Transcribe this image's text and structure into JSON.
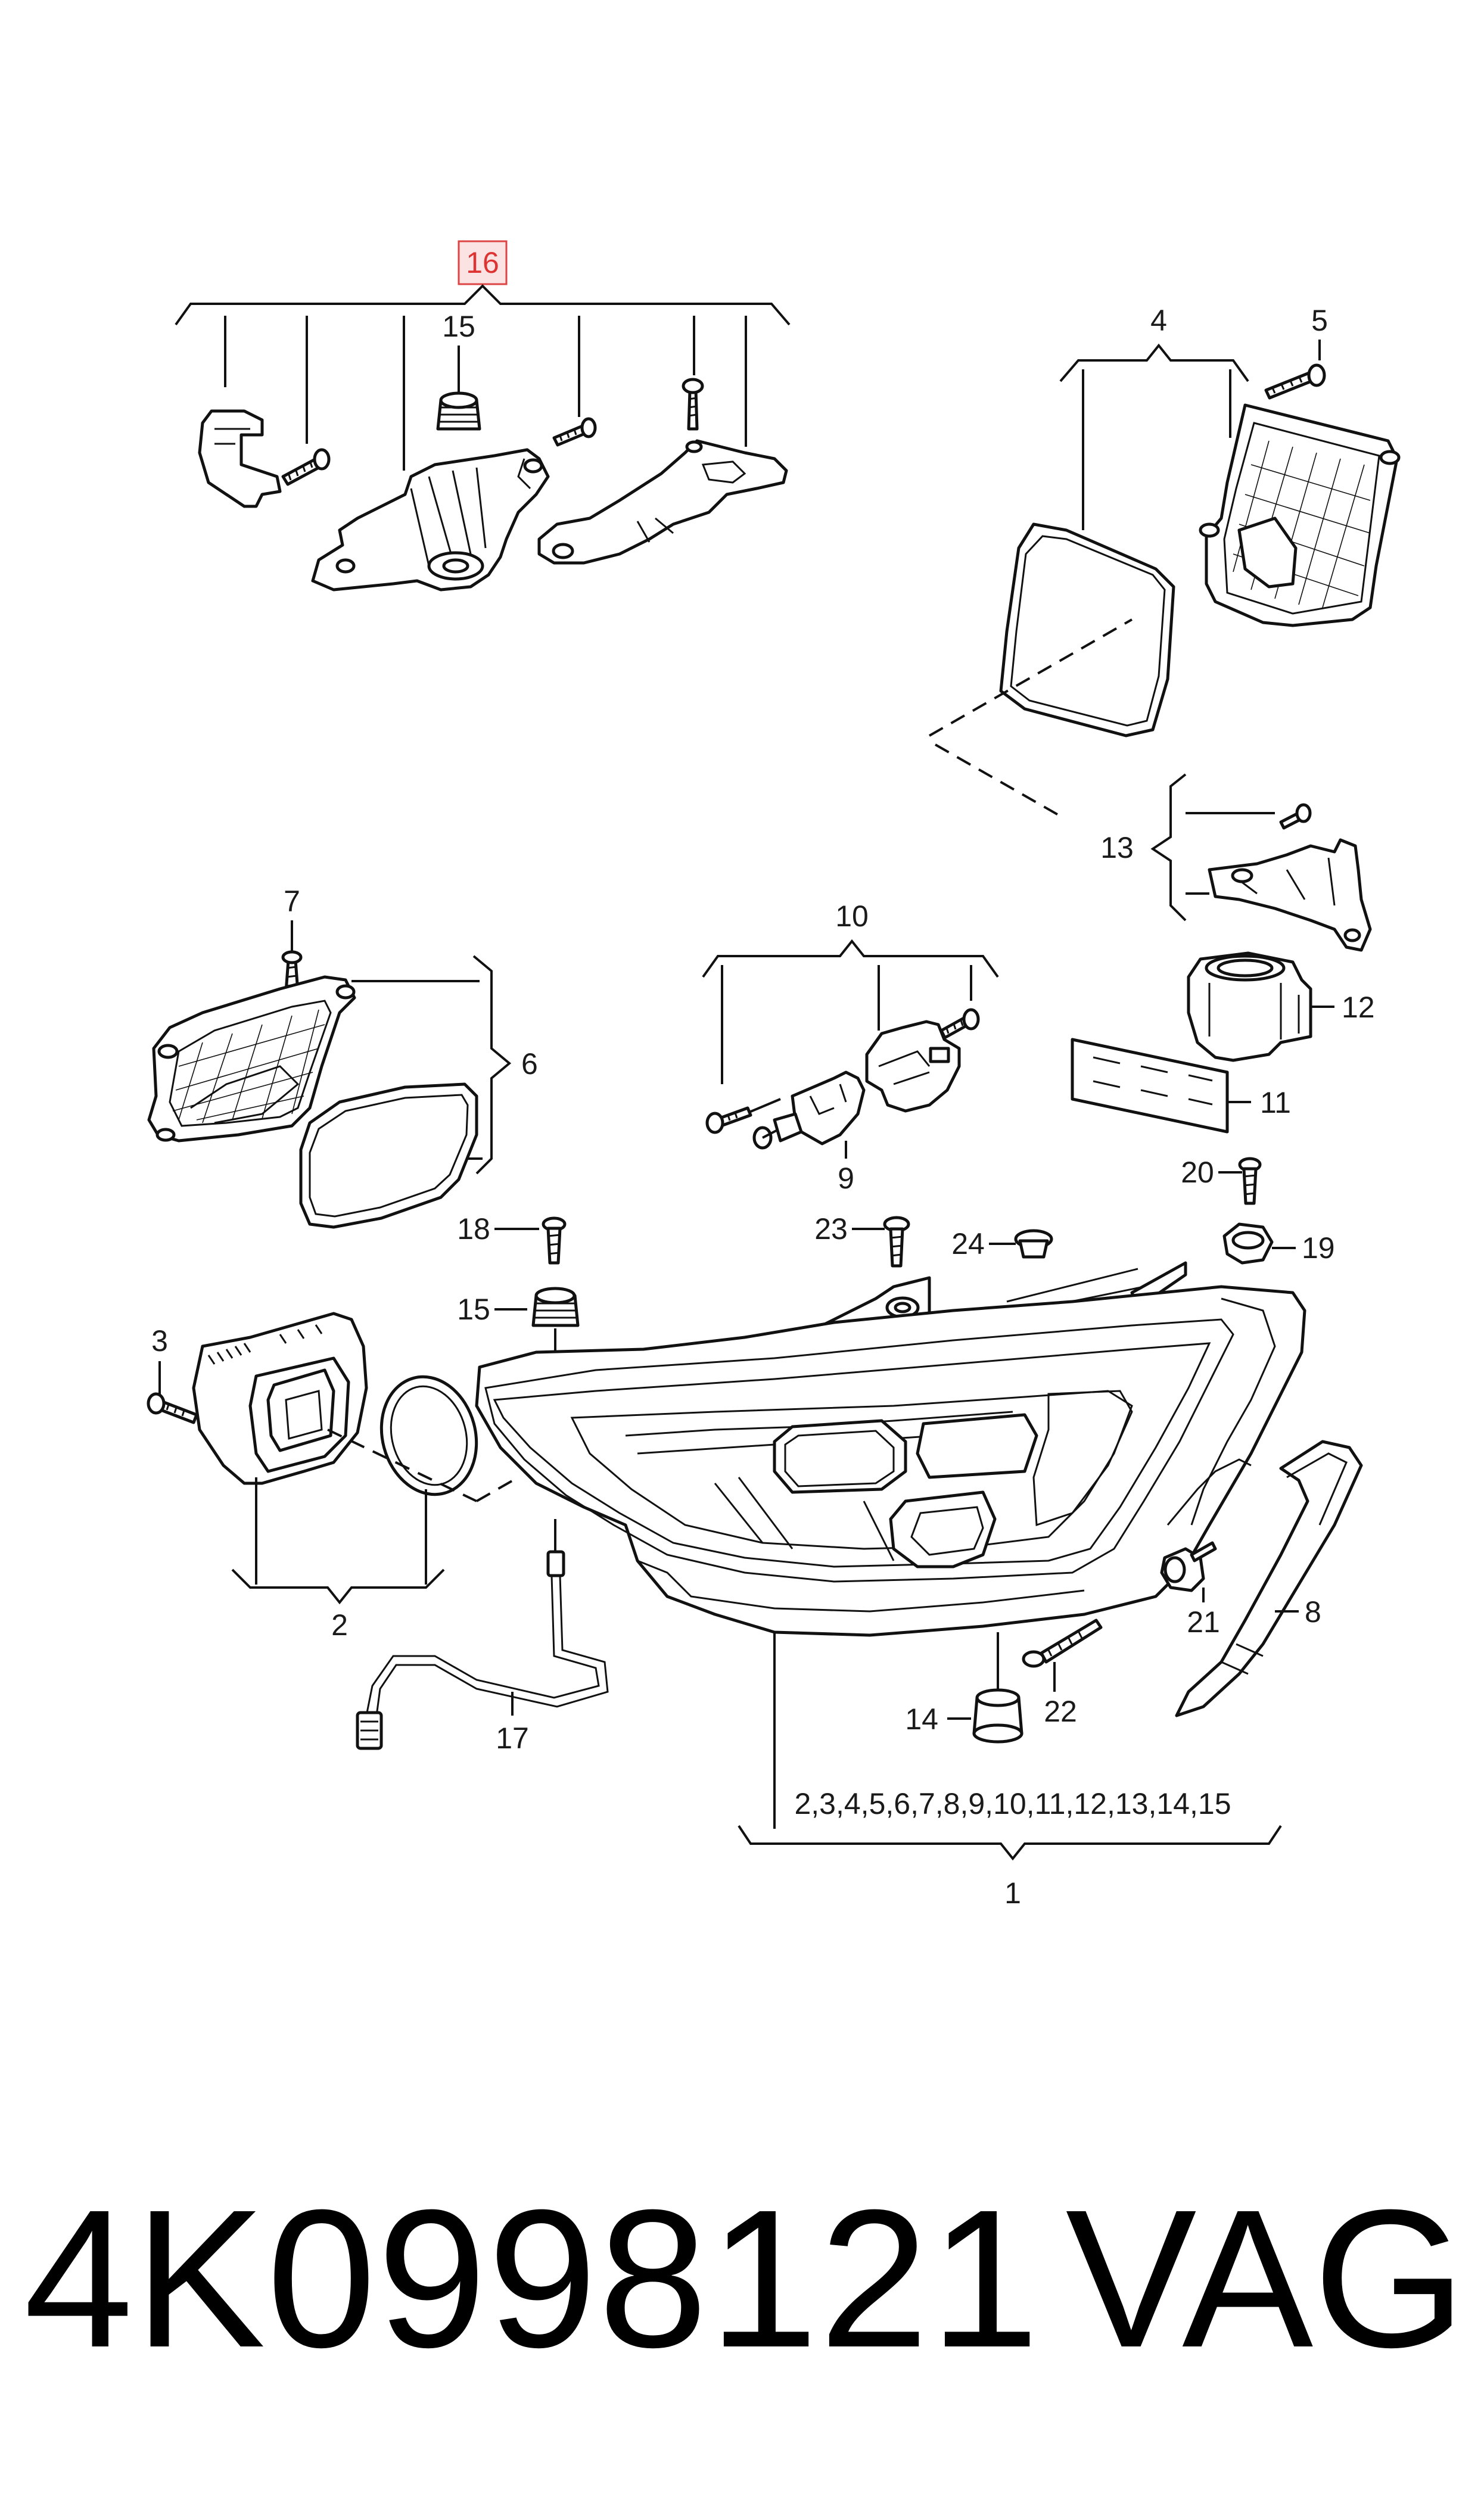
{
  "callouts": {
    "c1": "1",
    "c2": "2",
    "c3": "3",
    "c4": "4",
    "c5": "5",
    "c6": "6",
    "c7": "7",
    "c8": "8",
    "c9": "9",
    "c10": "10",
    "c11": "11",
    "c12": "12",
    "c13": "13",
    "c14": "14",
    "c15_top": "15",
    "c15_mid": "15",
    "c16": "16",
    "c17": "17",
    "c18": "18",
    "c19": "19",
    "c20": "20",
    "c21": "21",
    "c22": "22",
    "c23": "23",
    "c24": "24",
    "assembly_list": "2,3,4,5,6,7,8,9,10,11,12,13,14,15"
  },
  "footer": {
    "part_number": "4K0998121",
    "brand": "VAG"
  },
  "colors": {
    "line": "#111111",
    "highlight_fill": "#fbe3e3",
    "highlight_text": "#d33333"
  }
}
